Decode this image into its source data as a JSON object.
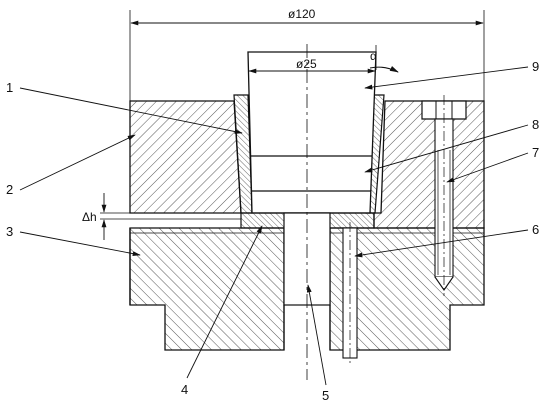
{
  "dimensions": {
    "outer_diameter": "ø120",
    "inner_diameter": "ø25",
    "angle": "α",
    "gap": "Δh"
  },
  "callouts": [
    {
      "id": "1",
      "text": "1"
    },
    {
      "id": "2",
      "text": "2"
    },
    {
      "id": "3",
      "text": "3"
    },
    {
      "id": "4",
      "text": "4"
    },
    {
      "id": "5",
      "text": "5"
    },
    {
      "id": "6",
      "text": "6"
    },
    {
      "id": "7",
      "text": "7"
    },
    {
      "id": "8",
      "text": "8"
    },
    {
      "id": "9",
      "text": "9"
    }
  ]
}
